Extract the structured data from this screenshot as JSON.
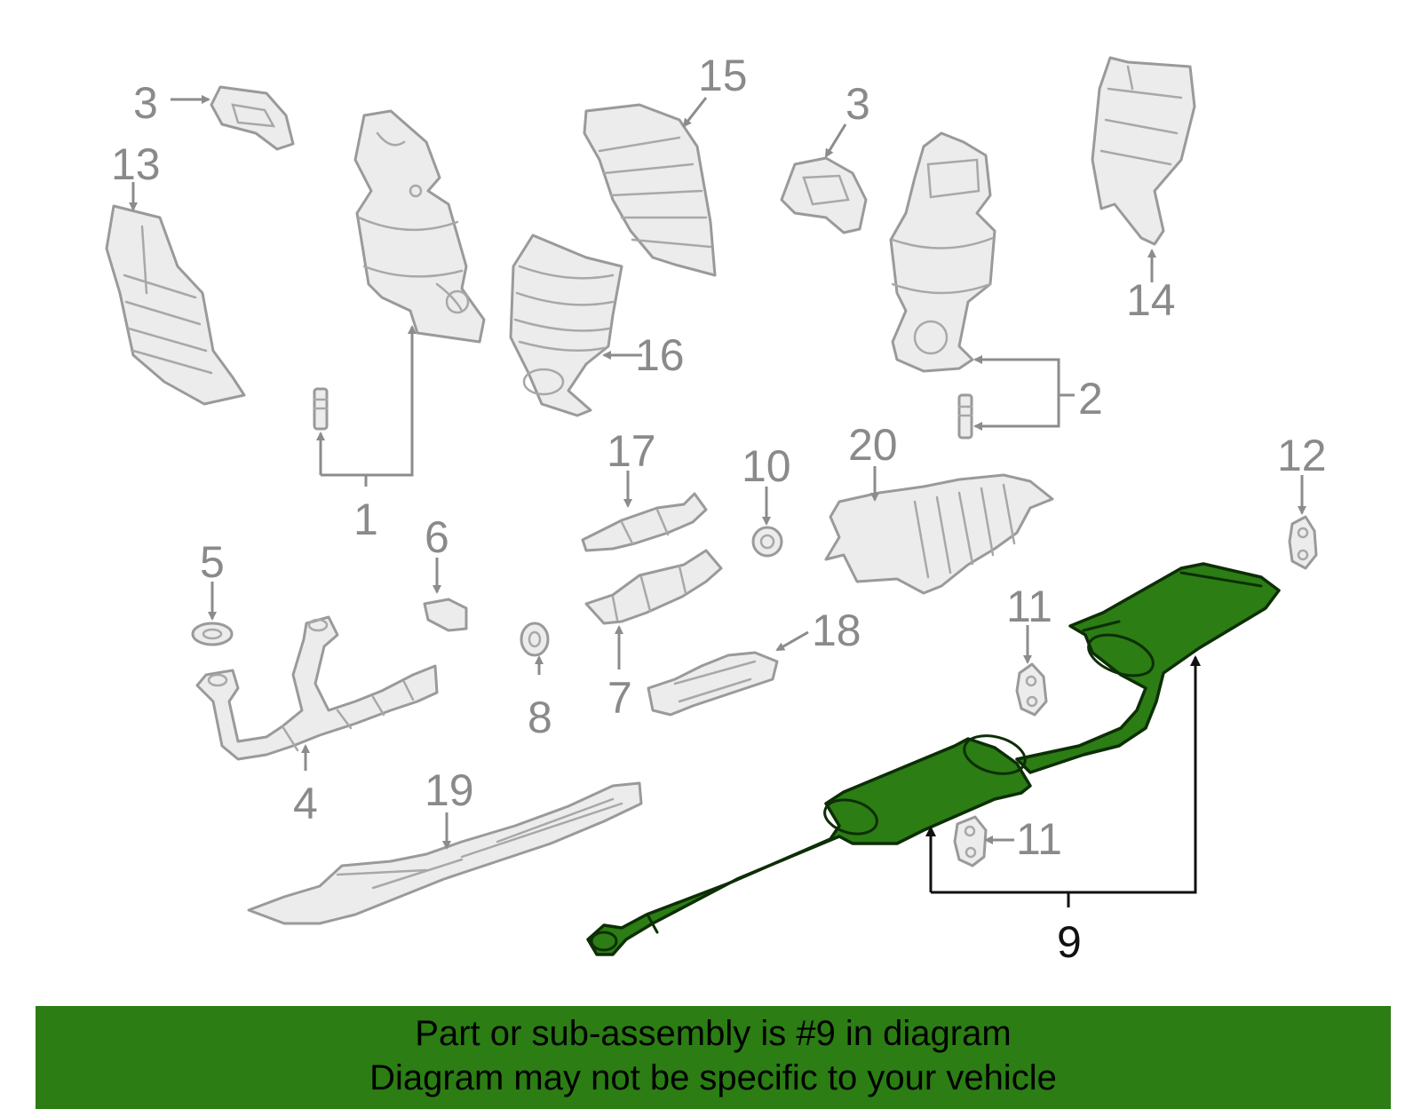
{
  "highlight_color": "#2b7d14",
  "highlighted_part": "9",
  "callouts": {
    "c1": "1",
    "c2": "2",
    "c3a": "3",
    "c3b": "3",
    "c4": "4",
    "c5": "5",
    "c6": "6",
    "c7": "7",
    "c8": "8",
    "c9": "9",
    "c10": "10",
    "c11a": "11",
    "c11b": "11",
    "c12": "12",
    "c13": "13",
    "c14": "14",
    "c15": "15",
    "c16": "16",
    "c17": "17",
    "c18": "18",
    "c19": "19",
    "c20": "20"
  },
  "banner": {
    "line1": "Part or sub-assembly is #9 in diagram",
    "line2": "Diagram may not be specific to your vehicle"
  }
}
